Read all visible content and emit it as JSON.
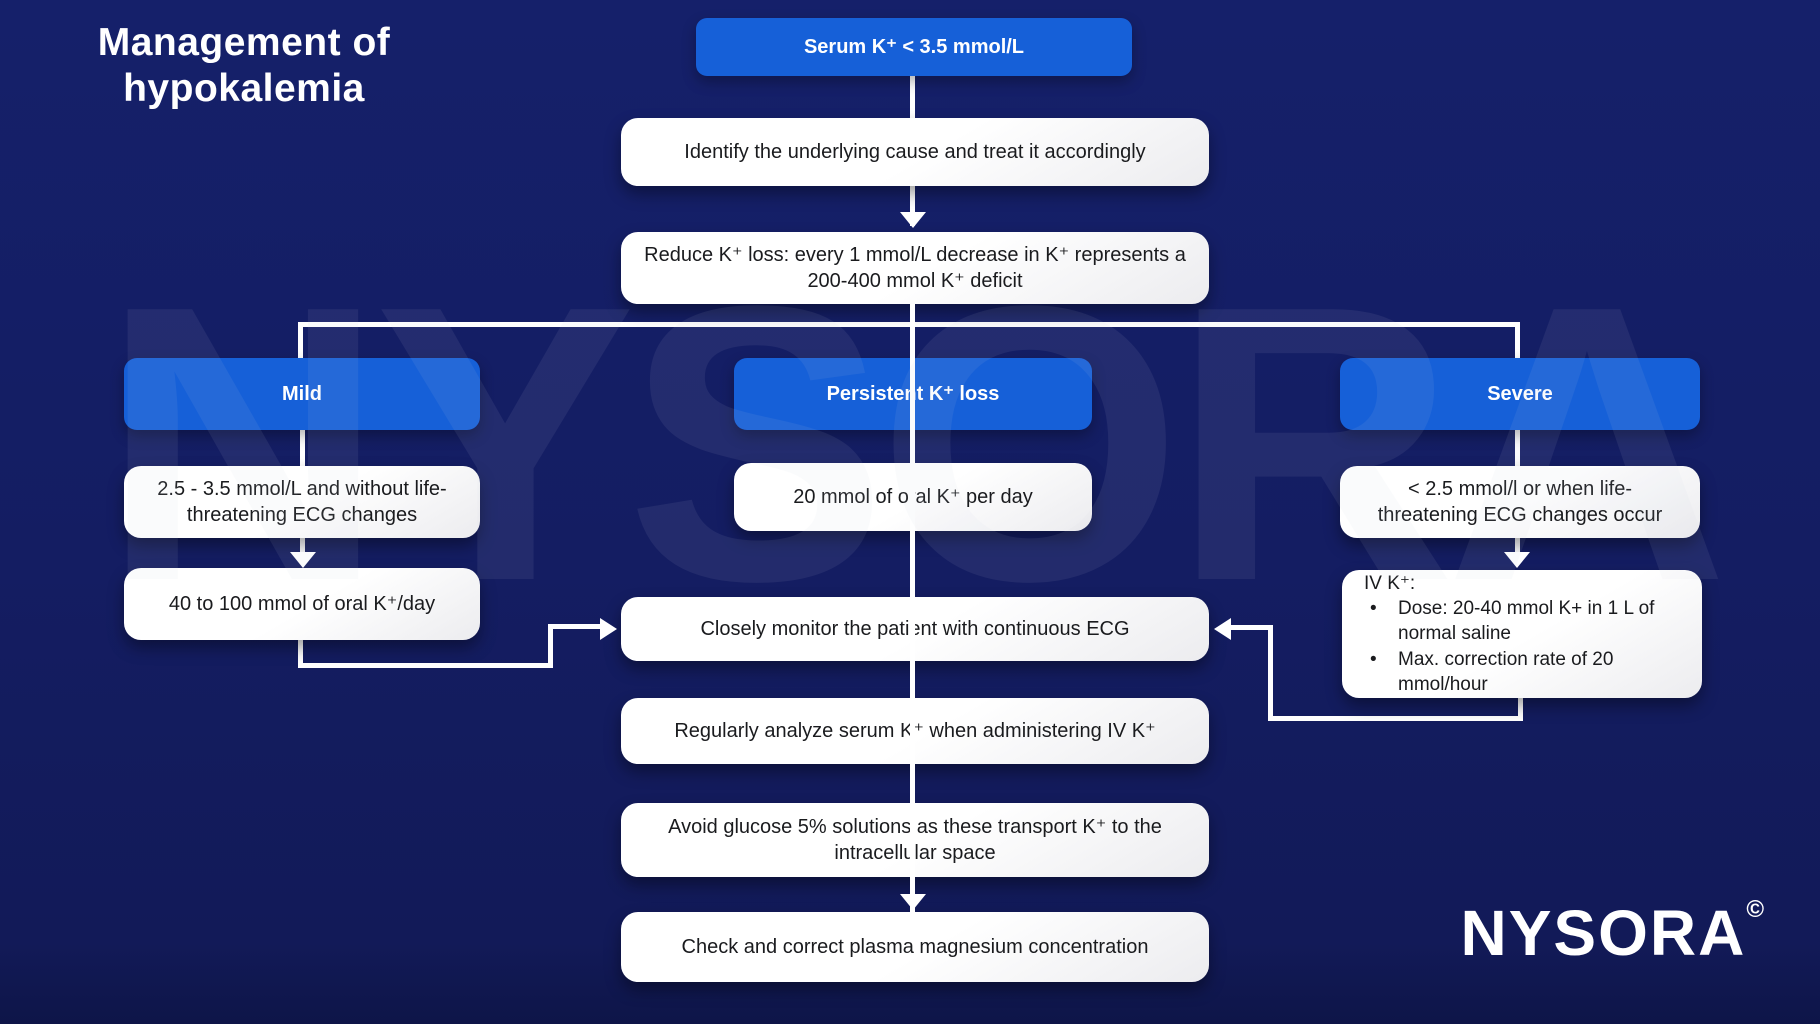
{
  "title": "Management of hypokalemia",
  "watermark": "NYSORA",
  "logo": {
    "text": "NYSORA",
    "mark": "©"
  },
  "colors": {
    "background_navy": "#141d62",
    "accent_blue": "#1660d8",
    "box_white": "#ffffff",
    "text_dark": "#1a1b1e",
    "line_white": "#ffffff"
  },
  "flow": {
    "root": {
      "label": "Serum K⁺ < 3.5 mmol/L"
    },
    "step_identify": {
      "label": "Identify the underlying cause and treat it accordingly"
    },
    "step_reduce": {
      "label": "Reduce K⁺ loss: every 1 mmol/L decrease in K⁺ represents a 200-400 mmol K⁺ deficit"
    },
    "branches": {
      "mild": {
        "header": "Mild",
        "criteria": "2.5 - 3.5 mmol/L and without life-threatening ECG changes",
        "treatment": "40 to 100 mmol of oral K⁺/day"
      },
      "persistent": {
        "header": "Persistent K⁺ loss",
        "treatment": "20 mmol of oral K⁺ per day"
      },
      "severe": {
        "header": "Severe",
        "criteria": "< 2.5 mmol/l or when life-threatening ECG changes occur",
        "iv": {
          "title": "IV K⁺:",
          "bullets": [
            "Dose: 20-40 mmol K+ in 1 L of normal saline",
            "Max. correction rate of 20 mmol/hour"
          ]
        }
      }
    },
    "step_monitor": {
      "label": "Closely monitor the patient with continuous ECG"
    },
    "step_analyze": {
      "label": "Regularly analyze serum K⁺ when administering IV K⁺"
    },
    "step_avoid": {
      "label": "Avoid glucose 5% solutions as these transport K⁺ to the intracellular space"
    },
    "step_check": {
      "label": "Check and correct plasma magnesium concentration"
    }
  }
}
